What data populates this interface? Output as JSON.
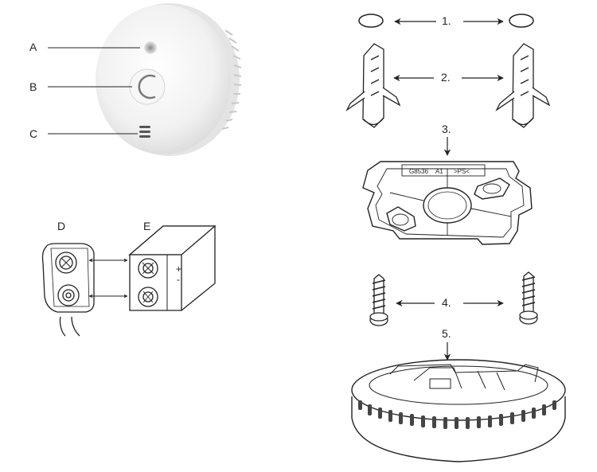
{
  "labels": {
    "a": "A",
    "b": "B",
    "c": "C",
    "d": "D",
    "e": "E"
  },
  "steps": {
    "s1": "1.",
    "s2": "2.",
    "s3": "3.",
    "s4": "4.",
    "s5": "5."
  },
  "plate_text": {
    "code": "G8536",
    "rev": "A1",
    "material": ">PS<"
  },
  "battery": {
    "plus": "+",
    "minus": "-"
  }
}
